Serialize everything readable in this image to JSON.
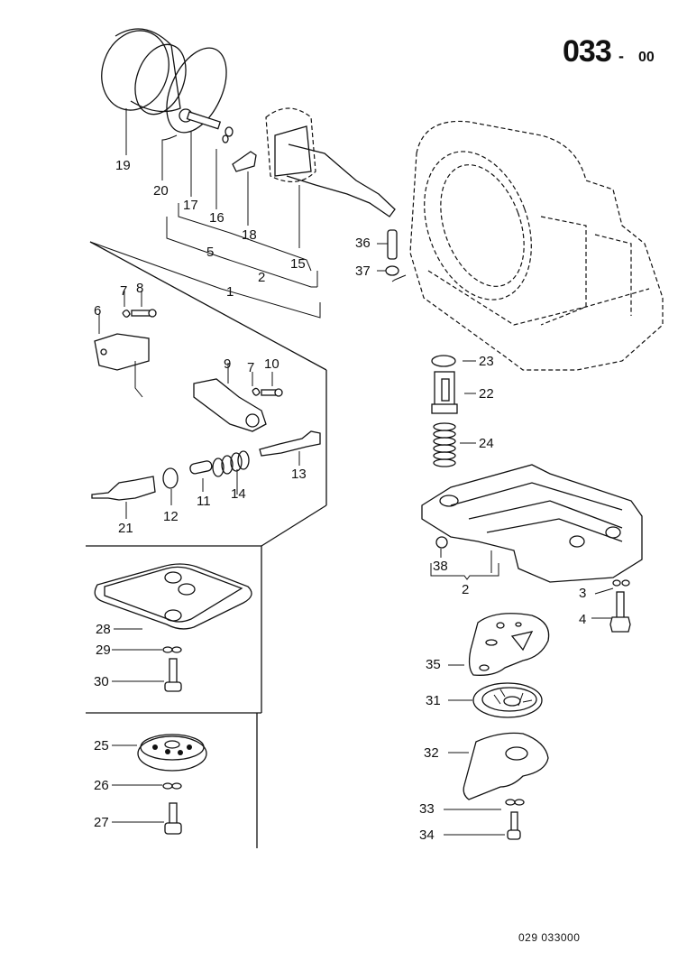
{
  "header": {
    "group_code": "033",
    "separator": "-",
    "sub_code": "00"
  },
  "footer": {
    "reference": "029  033000"
  },
  "callouts": {
    "p1": "1",
    "p2a": "2",
    "p2b": "2",
    "p3": "3",
    "p4": "4",
    "p5": "5",
    "p6": "6",
    "p7a": "7",
    "p7b": "7",
    "p8": "8",
    "p9": "9",
    "p10": "10",
    "p11": "11",
    "p12": "12",
    "p13": "13",
    "p14": "14",
    "p15": "15",
    "p16": "16",
    "p17": "17",
    "p18": "18",
    "p19": "19",
    "p20": "20",
    "p21": "21",
    "p22": "22",
    "p23": "23",
    "p24": "24",
    "p25": "25",
    "p26": "26",
    "p27": "27",
    "p28": "28",
    "p29": "29",
    "p30": "30",
    "p31": "31",
    "p32": "32",
    "p33": "33",
    "p34": "34",
    "p35": "35",
    "p36": "36",
    "p37": "37",
    "p38": "38"
  }
}
